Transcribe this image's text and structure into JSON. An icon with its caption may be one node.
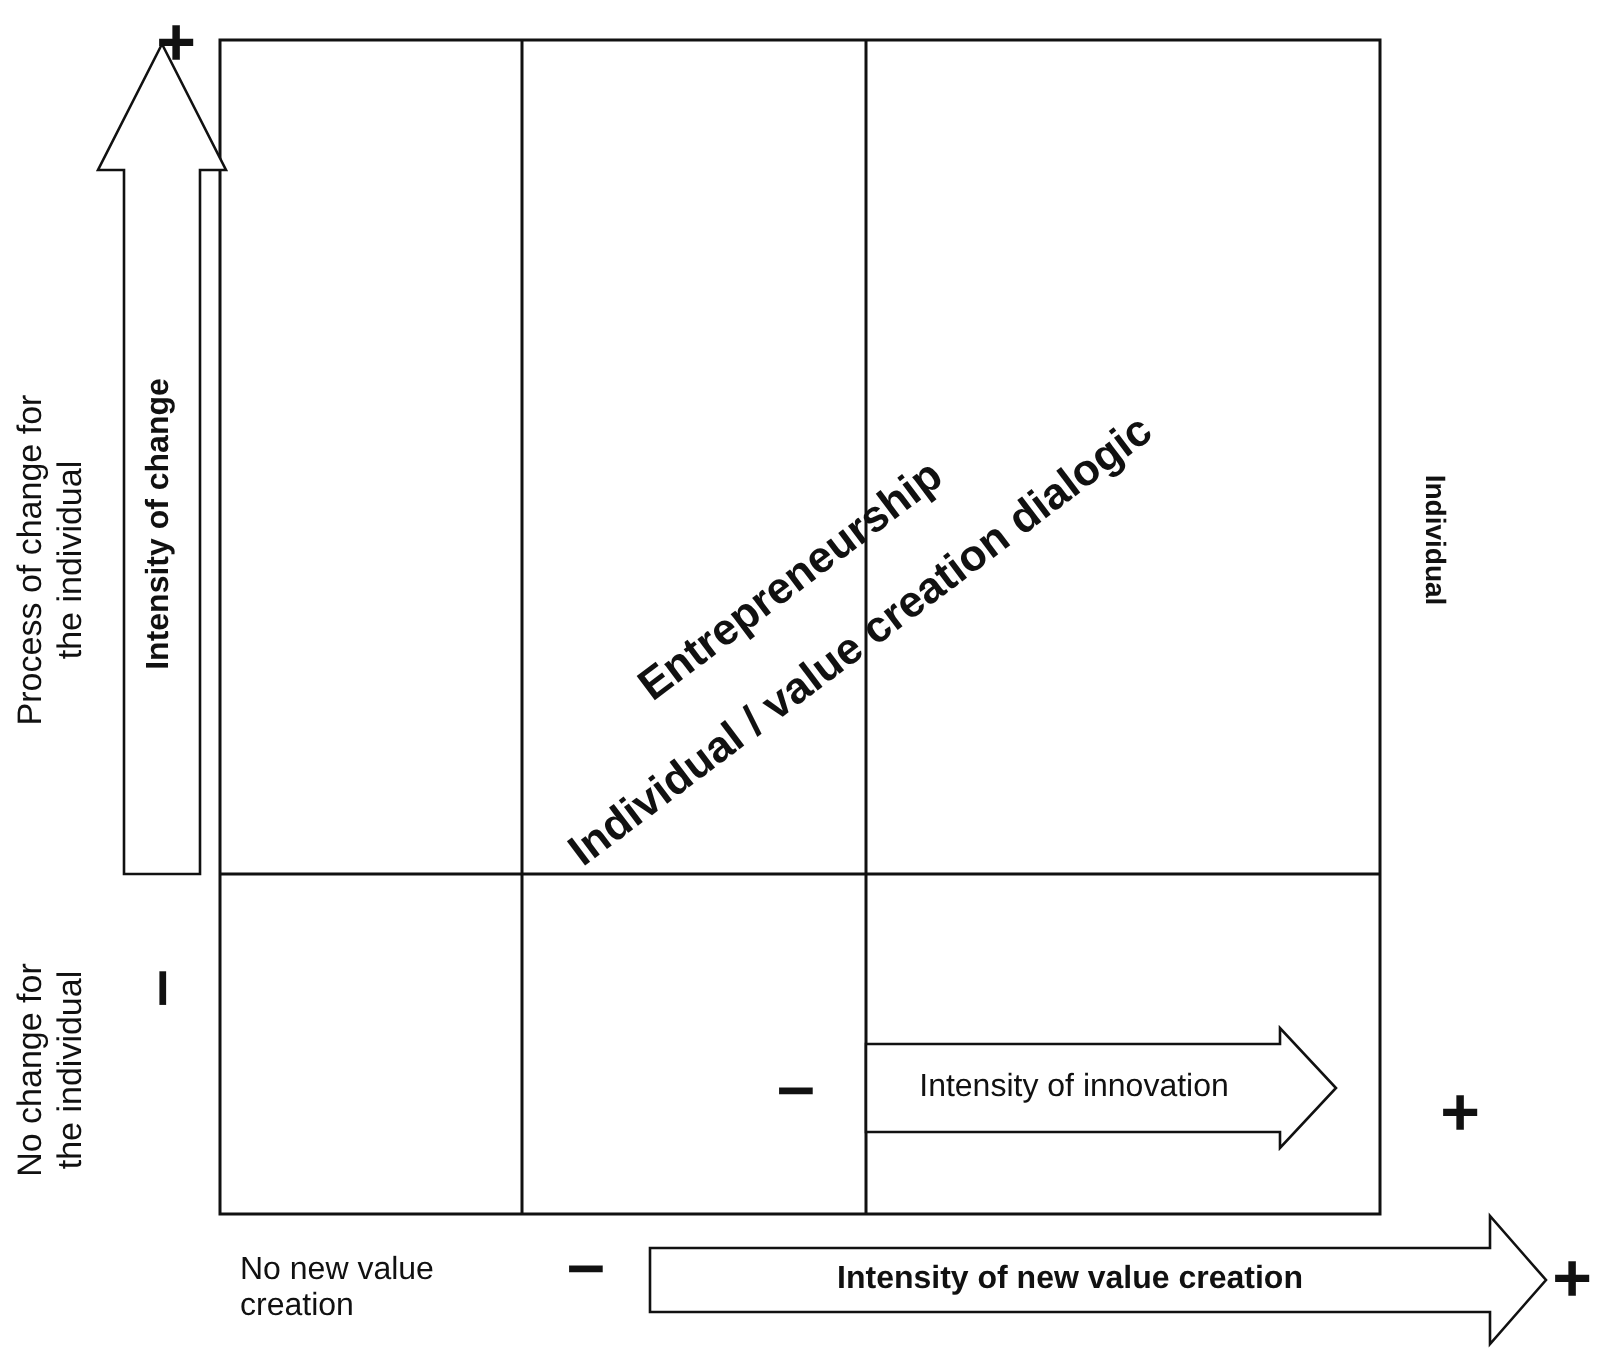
{
  "diagram": {
    "labels": [
      "+",
      "Process of change for the individual",
      "Intensity of change",
      "Entrepreneurship",
      "Individual / value creation dialogic",
      "Individual",
      "No change for the individual",
      "–",
      "–",
      "Intensity of innovation",
      "+",
      "No new value creation",
      "–",
      "Intensity of new value creation",
      "+"
    ]
  }
}
